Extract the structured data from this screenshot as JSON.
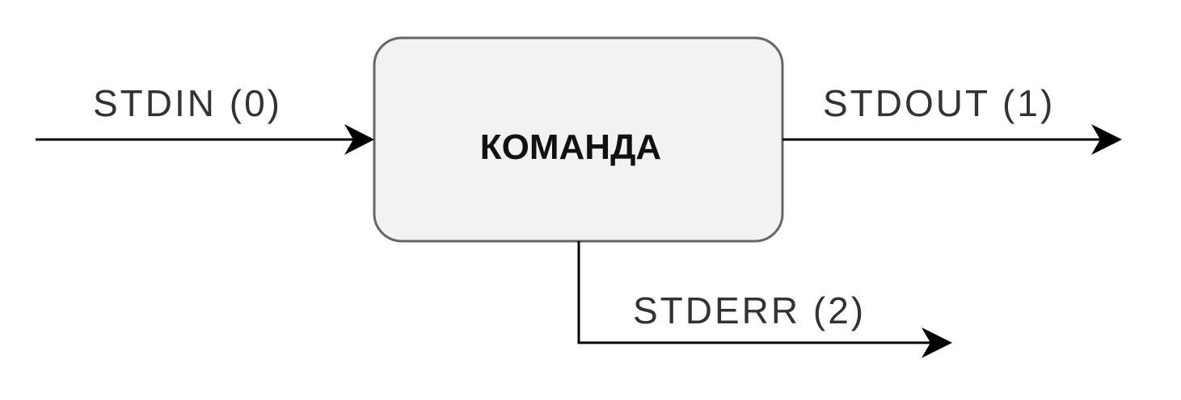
{
  "process": {
    "label": "КОМАНДА"
  },
  "streams": {
    "stdin": "STDIN (0)",
    "stdout": "STDOUT (1)",
    "stderr": "STDERR (2)"
  },
  "colors": {
    "box_fill": "#f2f2f2",
    "box_stroke": "#666666",
    "arrow": "#000000",
    "text": "#333333"
  }
}
